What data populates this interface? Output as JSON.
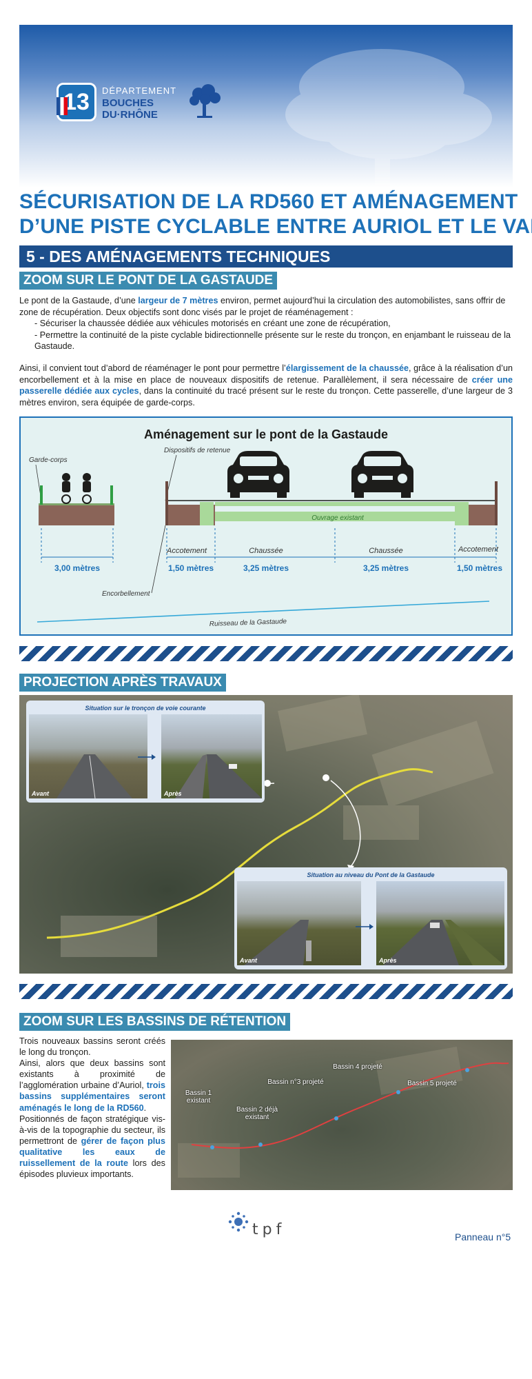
{
  "header": {
    "logo": {
      "line1": "DÉPARTEMENT",
      "line2": "BOUCHES",
      "line3": "DU·RHÔNE",
      "badge_letter": "13"
    },
    "title_line1": "SÉCURISATION DE LA RD560 ET AMÉNAGEMENT",
    "title_line2": "D’UNE PISTE CYCLABLE ENTRE AURIOL ET LE VAR",
    "section": "5 - DES AMÉNAGEMENTS TECHNIQUES"
  },
  "zoom_pont": {
    "heading": "ZOOM SUR LE PONT DE LA GASTAUDE",
    "intro_pre": "Le pont de la Gastaude, d’une ",
    "intro_highlight": "largeur de 7 mètres",
    "intro_post": " environ, permet aujourd’hui la circulation des automobilistes, sans offrir de zone de récupération. Deux objectifs sont donc visés par le projet de réaménagement :",
    "bullet1": "- Sécuriser la chaussée dédiée aux véhicules motorisés en créant une zone de récupération,",
    "bullet2": "- Permettre la continuité de la piste cyclable bidirectionnelle présente sur le reste du tronçon, en enjambant le ruisseau de la Gastaude.",
    "p2_a": "Ainsi, il convient tout d’abord de réaménager le pont pour permettre l’",
    "p2_h1": "élargissement de la chaussée",
    "p2_b": ", grâce à la réalisation d’un encorbellement et à la mise en place de nouveaux dispositifs de retenue. Parallèlement, il sera nécessaire de ",
    "p2_h2": "créer une passerelle dédiée aux cycles",
    "p2_c": ", dans la continuité du tracé présent sur le reste du tronçon. Cette passerelle, d’une largeur de 3 mètres environ, sera équipée de garde-corps."
  },
  "diagram": {
    "title": "Aménagement sur le pont de la Gastaude",
    "garde_corps": "Garde-corps",
    "dispositifs": "Dispositifs de retenue",
    "ouvrage": "Ouvrage existant",
    "encorbellement": "Encorbellement",
    "ruisseau": "Ruisseau de la Gastaude",
    "dims": [
      {
        "label": "",
        "value": "3,00 mètres"
      },
      {
        "label": "Accotement",
        "value": "1,50 mètres"
      },
      {
        "label": "Chaussée",
        "value": "3,25 mètres"
      },
      {
        "label": "Chaussée",
        "value": "3,25 mètres"
      },
      {
        "label": "Accotement",
        "value": "1,50 mètres"
      }
    ]
  },
  "projection": {
    "heading": "PROJECTION APRÈS TRAVAUX",
    "inset1_title": "Situation sur le tronçon de voie courante",
    "inset2_title": "Situation au niveau du Pont de la Gastaude",
    "avant": "Avant",
    "apres": "Après"
  },
  "bassins": {
    "heading": "ZOOM SUR LES BASSINS DE RÉTENTION",
    "t1": "Trois nouveaux bassins seront créés le long du tronçon.",
    "t2": "Ainsi, alors que deux bassins sont existants à proximité de l’agglomération urbaine d’Auriol, ",
    "t2_h": "trois bassins supplémentaires seront aménagés le long de la RD560",
    "t2_end": ".",
    "t3": "Positionnés de façon stratégique vis-à-vis de la topographie du secteur, ils permettront de ",
    "t3_h": "gérer de façon plus qualitative les eaux de ruissellement de la route",
    "t3_end": " lors des épisodes pluvieux importants.",
    "map_labels": {
      "b1": "Bassin 1 existant",
      "b2": "Bassin 2 déjà existant",
      "b3": "Bassin n°3 projeté",
      "b4": "Bassin 4 projeté",
      "b5": "Bassin 5 projeté"
    }
  },
  "footer": {
    "brand": "tpf",
    "panel": "Panneau n°5"
  },
  "colors": {
    "brand_blue": "#1d71b8",
    "dark_blue": "#1d4f8c",
    "teal_tag": "#3b8bb0",
    "structure_green": "#a9d99a"
  }
}
